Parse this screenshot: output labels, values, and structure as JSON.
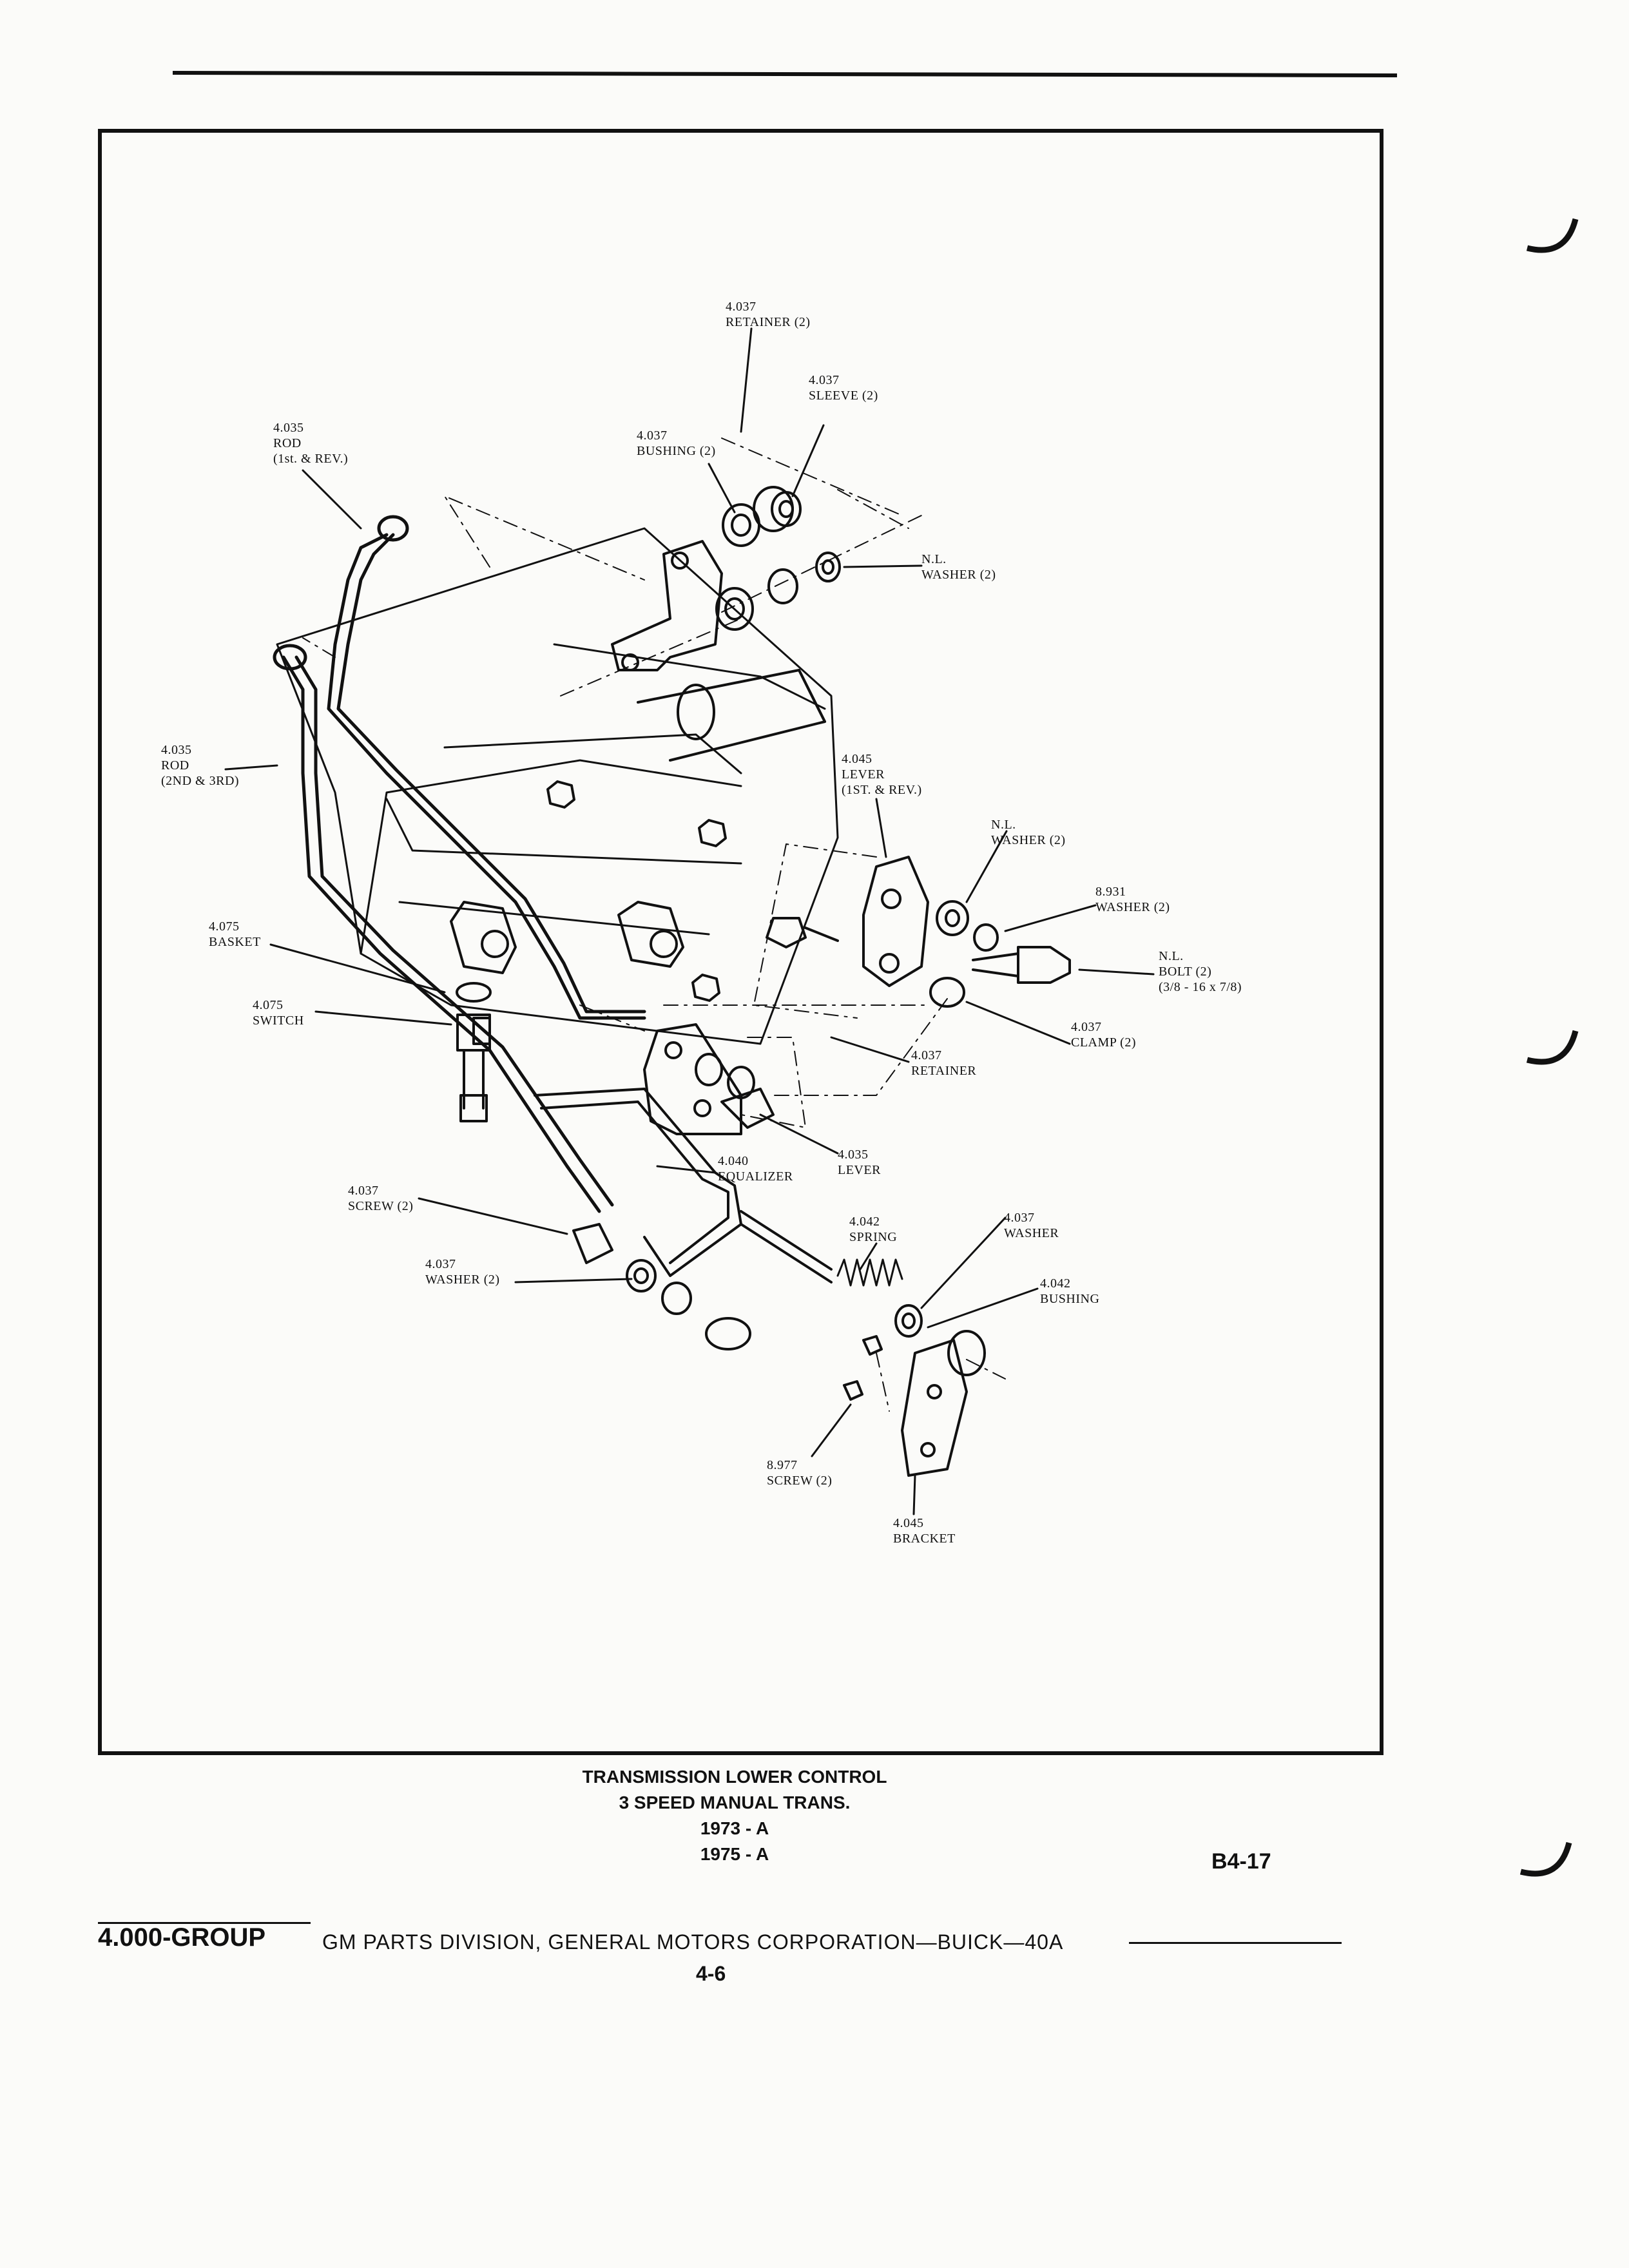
{
  "callouts": {
    "retainer_top": {
      "code": "4.037",
      "name": "RETAINER (2)"
    },
    "sleeve": {
      "code": "4.037",
      "name": "SLEEVE (2)"
    },
    "rod_1st": {
      "code": "4.035",
      "name": "ROD",
      "detail": "(1st. & REV.)"
    },
    "bushing": {
      "code": "4.037",
      "name": "BUSHING (2)"
    },
    "nl_washer_top": {
      "code": "N.L.",
      "name": "WASHER (2)"
    },
    "rod_2nd": {
      "code": "4.035",
      "name": "ROD",
      "detail": "(2ND & 3RD)"
    },
    "lever_1st": {
      "code": "4.045",
      "name": "LEVER",
      "detail": "(1ST. & REV.)"
    },
    "nl_washer_mid": {
      "code": "N.L.",
      "name": "WASHER (2)"
    },
    "washer_8931": {
      "code": "8.931",
      "name": "WASHER (2)"
    },
    "nl_bolt": {
      "code": "N.L.",
      "name": "BOLT (2)",
      "detail": "(3/8 - 16 x 7/8)"
    },
    "basket": {
      "code": "4.075",
      "name": "BASKET"
    },
    "switch": {
      "code": "4.075",
      "name": "SWITCH"
    },
    "clamp": {
      "code": "4.037",
      "name": "CLAMP (2)"
    },
    "retainer_mid": {
      "code": "4.037",
      "name": "RETAINER"
    },
    "equalizer": {
      "code": "4.040",
      "name": "EQUALIZER"
    },
    "lever_4035": {
      "code": "4.035",
      "name": "LEVER"
    },
    "screw_4037": {
      "code": "4.037",
      "name": "SCREW (2)"
    },
    "spring": {
      "code": "4.042",
      "name": "SPRING"
    },
    "washer_4037_right": {
      "code": "4.037",
      "name": "WASHER"
    },
    "washer_4037_left": {
      "code": "4.037",
      "name": "WASHER (2)"
    },
    "bushing_4042": {
      "code": "4.042",
      "name": "BUSHING"
    },
    "screw_8977": {
      "code": "8.977",
      "name": "SCREW (2)"
    },
    "bracket": {
      "code": "4.045",
      "name": "BRACKET"
    }
  },
  "caption": {
    "line1": "TRANSMISSION LOWER CONTROL",
    "line2": "3 SPEED MANUAL TRANS.",
    "line3": "1973 - A",
    "line4": "1975 - A"
  },
  "page_code": "B4-17",
  "footer": {
    "group": "4.000-GROUP",
    "center": "GM PARTS DIVISION, GENERAL MOTORS CORPORATION—BUICK—40A",
    "page": "4-6"
  }
}
